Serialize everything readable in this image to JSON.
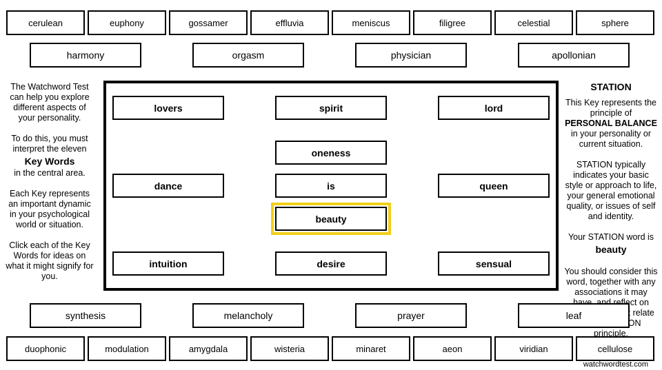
{
  "top_row": [
    "cerulean",
    "euphony",
    "gossamer",
    "effluvia",
    "meniscus",
    "filigree",
    "celestial",
    "sphere"
  ],
  "second_row": [
    "harmony",
    "orgasm",
    "physician",
    "apollonian"
  ],
  "keys": {
    "lovers": "lovers",
    "spirit": "spirit",
    "lord": "lord",
    "oneness": "oneness",
    "dance": "dance",
    "is": "is",
    "queen": "queen",
    "beauty": "beauty",
    "intuition": "intuition",
    "desire": "desire",
    "sensual": "sensual"
  },
  "third_row": [
    "synthesis",
    "melancholy",
    "prayer",
    "leaf"
  ],
  "bottom_row": [
    "duophonic",
    "modulation",
    "amygdala",
    "wisteria",
    "minaret",
    "aeon",
    "viridian",
    "cellulose"
  ],
  "left_panel": {
    "p1": "The Watchword Test can help you explore different aspects of your personality.",
    "p2a": "To do this, you must interpret the eleven",
    "p2b": "Key Words",
    "p2c": "in the central area.",
    "p3": "Each Key represents an important dynamic in your psychological world or situation.",
    "p4": "Click each of the Key Words for ideas on what it might signify for you."
  },
  "right_panel": {
    "title": "STATION",
    "p1a": "This Key represents the principle of",
    "p1b": "PERSONAL BALANCE",
    "p1c": "in your personality or current situation.",
    "p2": "STATION typically indicates your basic style or approach to life, your general emotional quality, or issues of self and identity.",
    "p3a": "Your STATION word is",
    "p3b": "beauty",
    "p4": "You should consider this word, together with any associations it may have, and reflect on how these might relate to the STATION principle."
  },
  "footer": "watchwordtest.com",
  "highlight_color": "#f2cf18"
}
